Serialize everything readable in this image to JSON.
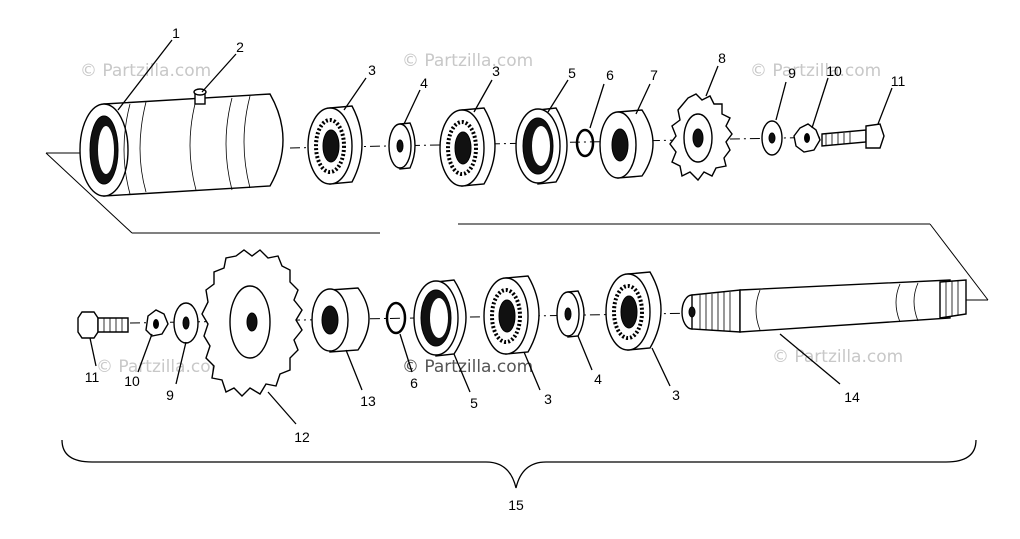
{
  "watermarks": [
    "© Partzilla.com",
    "© Partzilla.com",
    "© Partzilla.com",
    "© Partzilla.com",
    "© Partzilla.com",
    "© Partzilla.com",
    "© Partzilla.com"
  ],
  "callouts": {
    "c1": "1",
    "c2": "2",
    "c3a": "3",
    "c4a": "4",
    "c3b": "3",
    "c5a": "5",
    "c6a": "6",
    "c7": "7",
    "c8": "8",
    "c9a": "9",
    "c10a": "10",
    "c11a": "11",
    "c11b": "11",
    "c10b": "10",
    "c9b": "9",
    "c12": "12",
    "c13": "13",
    "c6b": "6",
    "c5b": "5",
    "c3c": "3",
    "c4b": "4",
    "c3d": "3",
    "c14": "14",
    "c15": "15"
  }
}
